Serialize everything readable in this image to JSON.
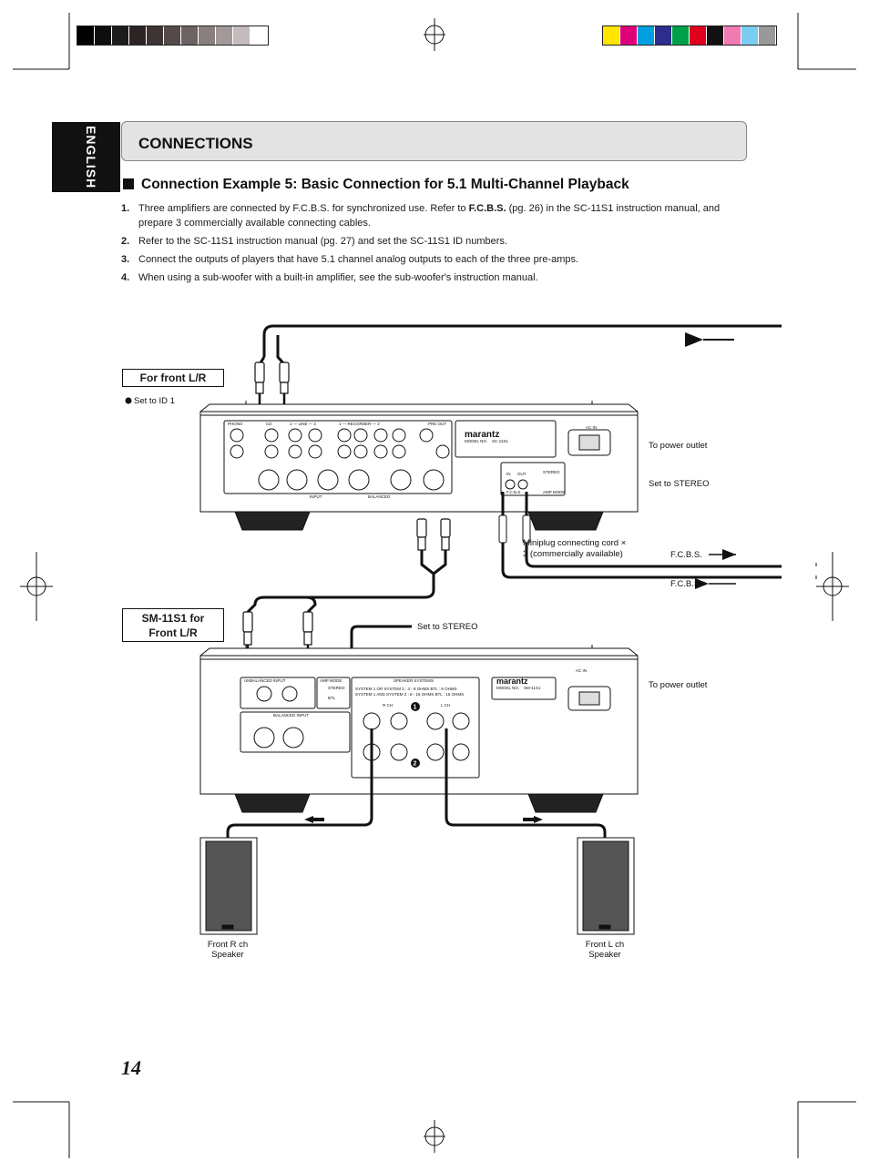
{
  "sidebar": {
    "language_tab": "ENGLISH"
  },
  "header": {
    "title": "CONNECTIONS"
  },
  "section": {
    "title": "Connection Example 5: Basic Connection for 5.1 Multi-Channel Playback",
    "steps": [
      {
        "num": "1.",
        "pre": "Three amplifiers are connected by F.C.B.S. for synchronized use. Refer to ",
        "bold": "F.C.B.S.",
        "post": " (pg. 26) in the SC-11S1 instruction manual, and prepare 3 commercially available connecting cables."
      },
      {
        "num": "2.",
        "pre": "Refer to the SC-11S1 instruction manual (pg. 27) and set the SC-11S1 ID numbers.",
        "bold": "",
        "post": ""
      },
      {
        "num": "3.",
        "pre": "Connect the outputs of players that have 5.1 channel analog outputs to each of the three pre-amps.",
        "bold": "",
        "post": ""
      },
      {
        "num": "4.",
        "pre": "When using a sub-woofer with a built-in amplifier, see the sub-woofer's instruction manual.",
        "bold": "",
        "post": ""
      }
    ]
  },
  "diagram": {
    "label_front": "For front L/R",
    "set_id": "Set to ID 1",
    "to_power_outlet_1": "To power outlet",
    "set_to_stereo_1": "Set to STEREO",
    "miniplug_line1": "Miniplug connecting cord ×",
    "miniplug_line2": "3 (commercially available)",
    "fcbs_out": "F.C.B.S.",
    "fcbs_in": "F.C.B.S.",
    "label_sm_line1": "SM-11S1 for",
    "label_sm_line2": "Front L/R",
    "set_to_stereo_2": "Set to STEREO",
    "to_power_outlet_2": "To power outlet",
    "speaker_r_line1": "Front R ch",
    "speaker_r_line2": "Speaker",
    "speaker_l_line1": "Front L ch",
    "speaker_l_line2": "Speaker",
    "brand": "marantz",
    "model_preamp": "SC-11S1",
    "model_amp": "SM-11S1",
    "model_no_label": "MODEL NO.",
    "ac_in": "AC IN",
    "panel_pre": {
      "phono": "PHONO",
      "cd": "CD",
      "line": "1 — LINE — 2",
      "recorder": "1 — RECORDER — 2",
      "pre_out": "PRE OUT",
      "input": "INPUT",
      "balanced": "BALANCED",
      "in": "IN",
      "out": "OUT",
      "fcbs": "F.C.B.S.",
      "stereo": "STEREO",
      "amp_mode": "AMP MODE"
    },
    "panel_amp": {
      "unbalanced_input": "UNBALANCED INPUT",
      "amp_mode": "AMP MODE",
      "stereo": "STEREO",
      "btl": "BTL",
      "speaker_systems": "SPEAKER SYSTEMS",
      "sys_line1": "SYSTEM 1 OR SYSTEM 2 : 4 - 8 OHMS   BTL : 8 OHMS",
      "sys_line2": "SYSTEM 1 AND SYSTEM 2 : 8 - 16 OHMS   BTL : 16 OHMS",
      "rch": "R CH",
      "lch": "L CH",
      "balanced_input": "BALANCED INPUT",
      "sys1": "1",
      "sys2": "2"
    }
  },
  "footer": {
    "page_number": "14"
  }
}
